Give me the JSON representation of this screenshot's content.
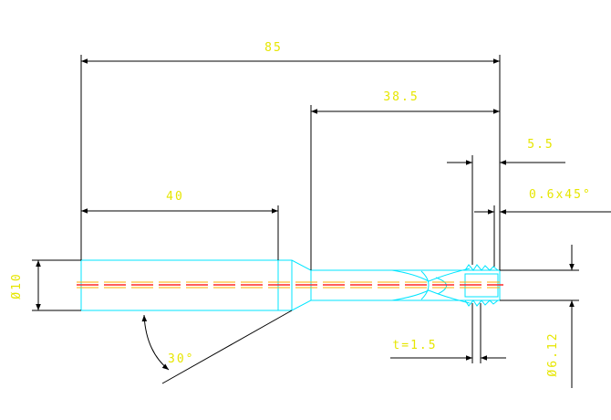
{
  "drawing": {
    "dimensions": {
      "overall_length": "85",
      "flute_length": "38.5",
      "tip_length": "5.5",
      "chamfer": "0.6x45°",
      "shank_length": "40",
      "shank_diameter": "Ø10",
      "angle": "30°",
      "thickness": "t=1.5",
      "tip_diameter": "Ø6.12"
    },
    "colors": {
      "background": "#ffffff",
      "dimension": "#000000",
      "outline": "#00e5ff",
      "centerline": "#ff2a2a",
      "hidden": "#ffb000",
      "text": "#e6e600"
    }
  }
}
